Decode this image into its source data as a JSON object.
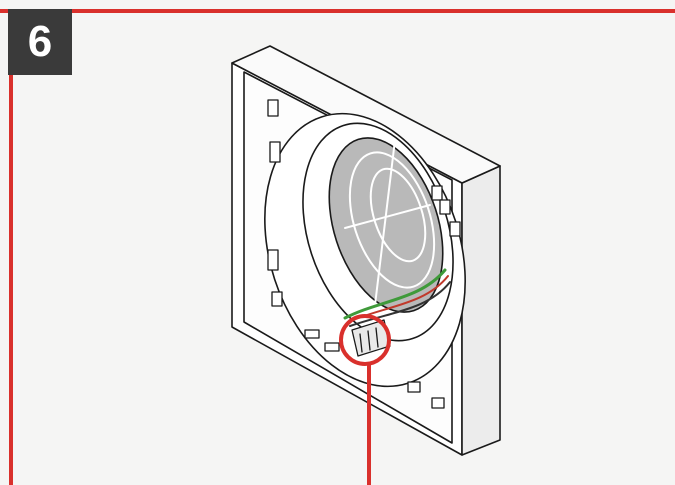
{
  "step": {
    "number": "6"
  },
  "colors": {
    "frame": "#d9302c",
    "badge_bg": "#3a3a3a",
    "badge_text": "#ffffff",
    "background": "#f5f5f4",
    "line_art": "#1a1a1a",
    "wire_green": "#3f9a3a",
    "wire_red": "#c0392b"
  },
  "icons": [
    "wall-box-illustration",
    "fan-grille",
    "terminal-connector",
    "highlight-circle"
  ]
}
